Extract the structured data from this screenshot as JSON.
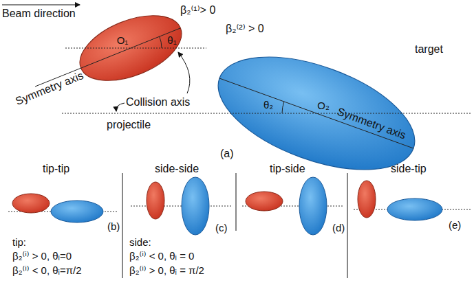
{
  "diagram": {
    "nodes": [
      {
        "text": [
          "O₁",
          "θ₁",
          "Symmetry axis"
        ]
      },
      {
        "text": [
          "θ₂",
          "O₂",
          "Symmetry axis"
        ]
      }
    ],
    "labels": [
      "Beam direction",
      "β₂⁽¹⁾> 0",
      "β₂⁽²⁾ > 0",
      "target",
      "Collision axis",
      "projectile",
      "(a)",
      "tip-tip",
      "side-side",
      "tip-side",
      "side-tip",
      "(b)",
      "(c)",
      "(d)",
      "(e)",
      "tip:",
      "β₂⁽ⁱ⁾ > 0, θᵢ=0",
      "β₂⁽ⁱ⁾ < 0, θᵢ=π/2",
      "side:",
      "β₂⁽ⁱ⁾ < 0, θᵢ = 0",
      "β₂⁽ⁱ⁾ > 0, θᵢ = π/2"
    ]
  }
}
